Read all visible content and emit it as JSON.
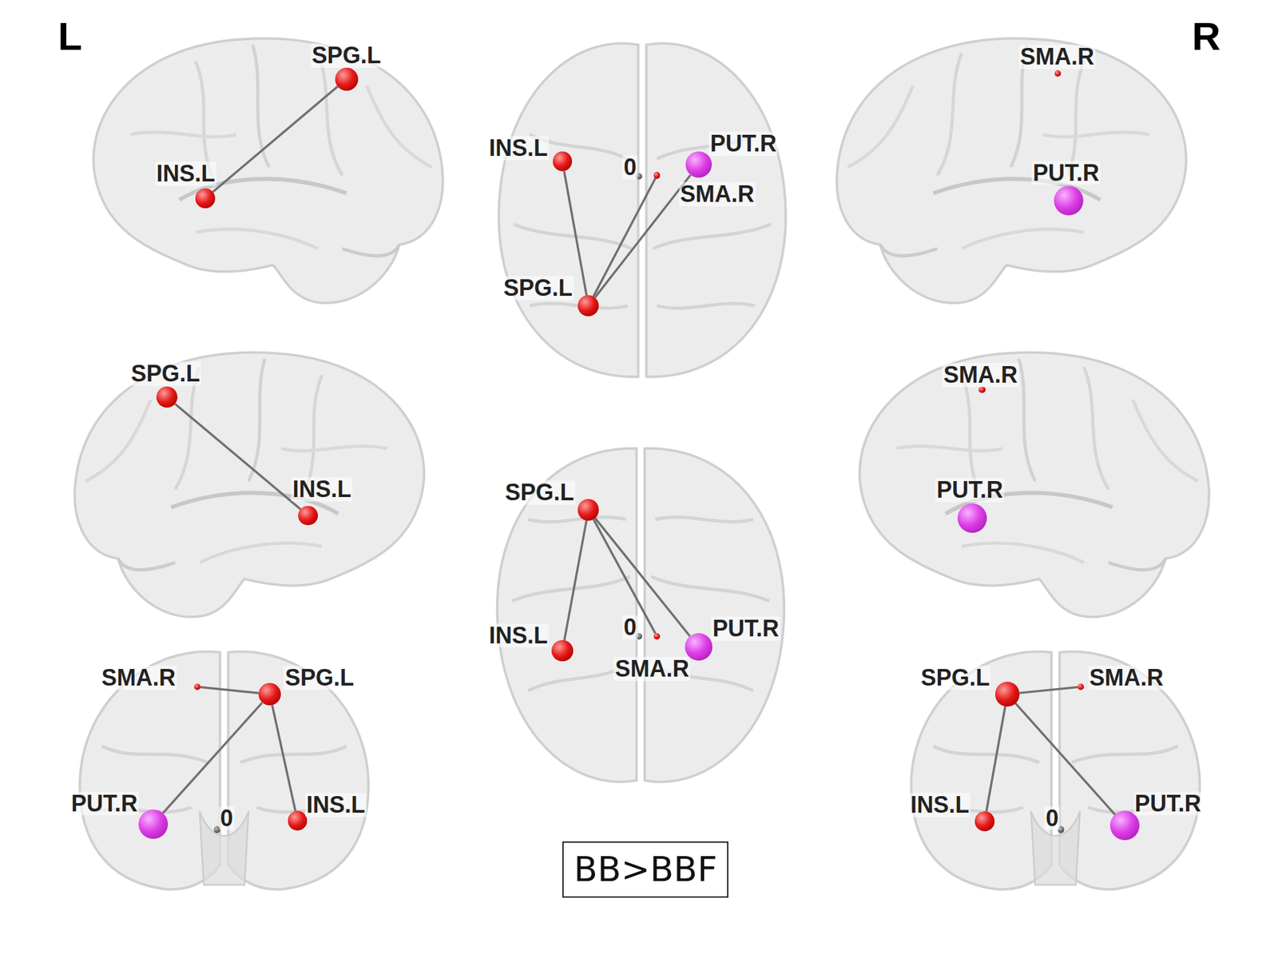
{
  "diagram": {
    "nodes": [
      {
        "text": [
          "SPG.L"
        ]
      },
      {
        "text": [
          "INS.L"
        ]
      },
      {
        "text": [
          "INS.L"
        ]
      },
      {
        "text": [
          "0"
        ]
      },
      {
        "text": [
          "SMA.R"
        ]
      },
      {
        "text": [
          "PUT.R"
        ]
      },
      {
        "text": [
          "SPG.L"
        ]
      },
      {
        "text": [
          "SMA.R"
        ]
      },
      {
        "text": [
          "PUT.R"
        ]
      },
      {
        "text": [
          "SPG.L"
        ]
      },
      {
        "text": [
          "INS.L"
        ]
      },
      {
        "text": [
          "SPG.L"
        ]
      },
      {
        "text": [
          "INS.L"
        ]
      },
      {
        "text": [
          "0"
        ]
      },
      {
        "text": [
          "SMA.R"
        ]
      },
      {
        "text": [
          "PUT.R"
        ]
      },
      {
        "text": [
          "SMA.R"
        ]
      },
      {
        "text": [
          "PUT.R"
        ]
      },
      {
        "text": [
          "SMA.R"
        ]
      },
      {
        "text": [
          "SPG.L"
        ]
      },
      {
        "text": [
          "PUT.R"
        ]
      },
      {
        "text": [
          "0"
        ]
      },
      {
        "text": [
          "INS.L"
        ]
      },
      {
        "text": [
          "SPG.L"
        ]
      },
      {
        "text": [
          "SMA.R"
        ]
      },
      {
        "text": [
          "INS.L"
        ]
      },
      {
        "text": [
          "0"
        ]
      },
      {
        "text": [
          "PUT.R"
        ]
      },
      {
        "text": [
          "BB>BBF"
        ]
      }
    ],
    "edges": [
      {
        "from": 0,
        "to": 1,
        "arrow": "none"
      },
      {
        "from": 6,
        "to": 2,
        "arrow": "none"
      },
      {
        "from": 6,
        "to": 4,
        "arrow": "none"
      },
      {
        "from": 6,
        "to": 5,
        "arrow": "none"
      },
      {
        "from": 9,
        "to": 10,
        "arrow": "none"
      },
      {
        "from": 11,
        "to": 12,
        "arrow": "none"
      },
      {
        "from": 11,
        "to": 14,
        "arrow": "none"
      },
      {
        "from": 11,
        "to": 15,
        "arrow": "none"
      },
      {
        "from": 19,
        "to": 18,
        "arrow": "none"
      },
      {
        "from": 19,
        "to": 20,
        "arrow": "none"
      },
      {
        "from": 19,
        "to": 22,
        "arrow": "none"
      },
      {
        "from": 23,
        "to": 24,
        "arrow": "none"
      },
      {
        "from": 23,
        "to": 25,
        "arrow": "none"
      },
      {
        "from": 23,
        "to": 27,
        "arrow": "none"
      }
    ],
    "labels": [
      "L",
      "R"
    ]
  }
}
